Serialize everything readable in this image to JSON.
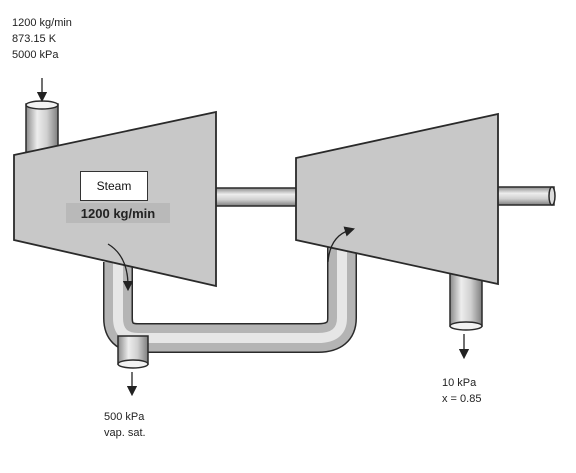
{
  "inlet": {
    "flow": "1200 kg/min",
    "temperature": "873.15 K",
    "pressure": "5000 kPa"
  },
  "turbine_1": {
    "label": "Steam",
    "flow": "1200 kg/min"
  },
  "extraction": {
    "pressure": "500 kPa",
    "state": "vap. sat."
  },
  "exhaust": {
    "pressure": "10 kPa",
    "quality": "x = 0.85"
  },
  "colors": {
    "body": "#c8c8c8",
    "outline": "#2a2a2a",
    "label_fill": "#b9b9b9"
  }
}
